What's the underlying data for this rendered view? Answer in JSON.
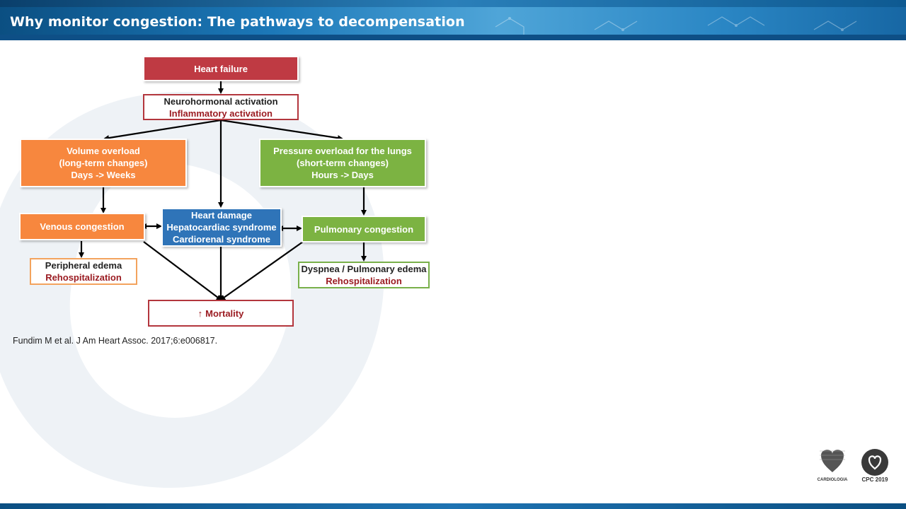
{
  "header": {
    "title": "Why monitor congestion: The pathways to decompensation"
  },
  "diagram": {
    "heart_failure": "Heart failure",
    "activation": {
      "line1": "Neurohormonal activation",
      "line2": "Inflammatory activation"
    },
    "volume_overload": {
      "line1": "Volume overload",
      "line2": "(long-term changes)",
      "line3": "Days -> Weeks"
    },
    "pressure_overload": {
      "line1": "Pressure overload for the lungs",
      "line2": "(short-term changes)",
      "line3": "Hours -> Days"
    },
    "venous_congestion": "Venous congestion",
    "heart_damage": {
      "line1": "Heart damage",
      "line2": "Hepatocardiac syndrome",
      "line3": "Cardiorenal syndrome"
    },
    "pulmonary_congestion": "Pulmonary congestion",
    "peripheral": {
      "line1": "Peripheral edema",
      "line2": "Rehospitalization"
    },
    "dyspnea": {
      "line1": "Dyspnea / Pulmonary edema",
      "line2": "Rehospitalization"
    },
    "mortality": {
      "arrow": "↑",
      "label": "Mortality"
    }
  },
  "citation": "Fundim M et al. J Am Heart Assoc. 2017;6:e006817.",
  "logos": {
    "spc": "CARDIOLOGIA",
    "cpc": "CPC 2019"
  },
  "colors": {
    "red": "#bf3a43",
    "orange": "#f7873e",
    "green": "#7cb342",
    "blue": "#2f74b8"
  }
}
